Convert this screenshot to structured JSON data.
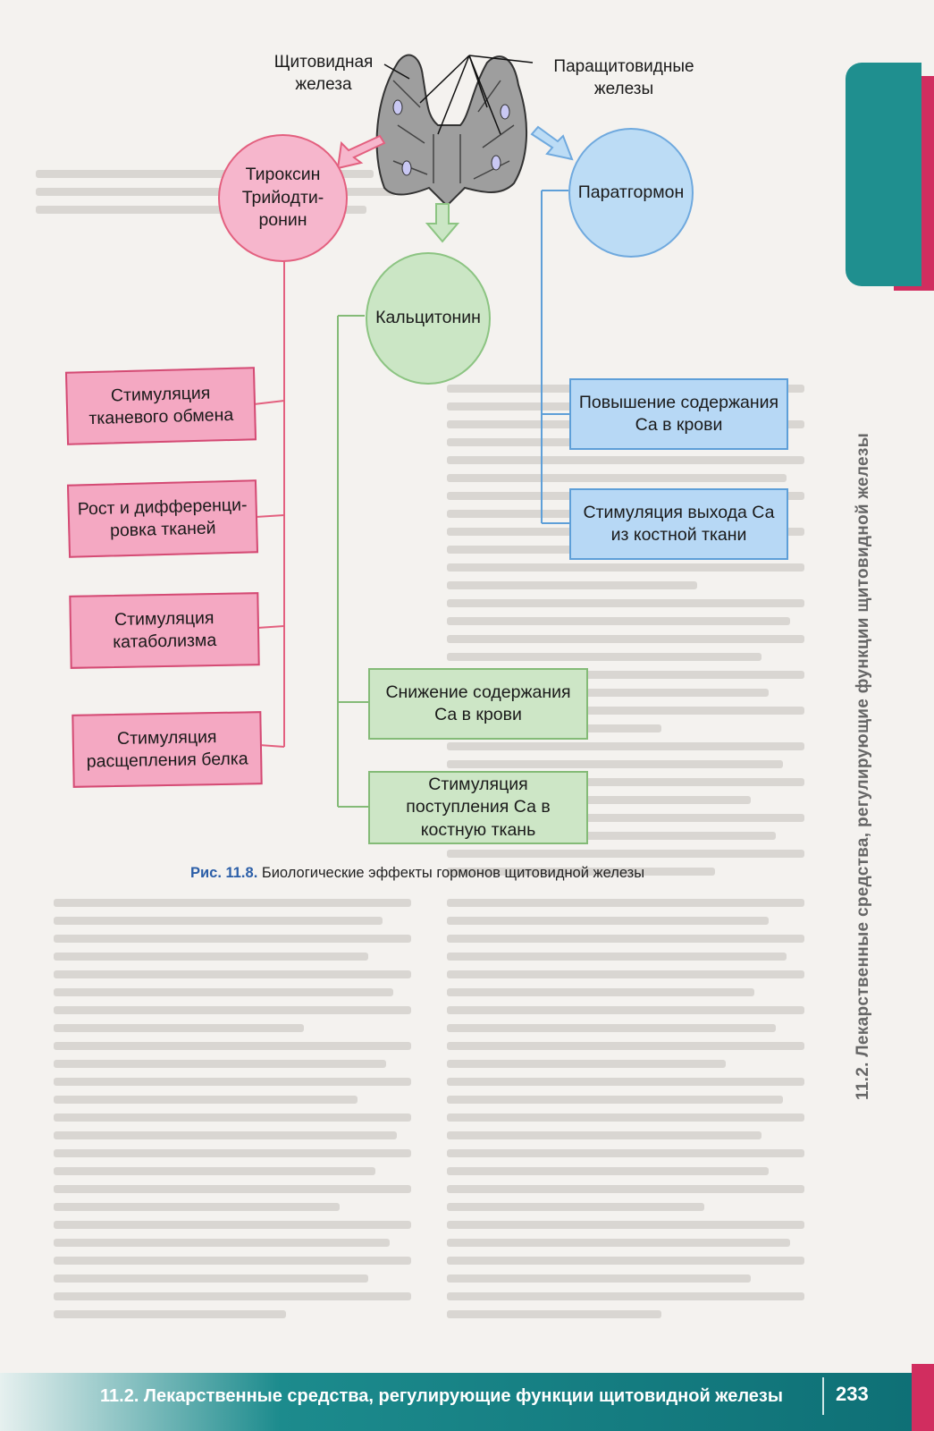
{
  "labels": {
    "thyroid": "Щитовидная железа",
    "parathyroid": "Паращитовидные железы"
  },
  "circles": {
    "thyroxine": "Тироксин Трийодти-ронин",
    "calcitonin": "Кальцитонин",
    "parathormone": "Паратгормон"
  },
  "effects": {
    "tissue_metabolism": "Стимуляция тканевого обмена",
    "growth_diff": "Рост и дифференци-ровка тканей",
    "catabolism": "Стимуляция катаболизма",
    "protein_breakdown": "Стимуляция расщепления белка",
    "ca_decrease": "Снижение содержания Са в крови",
    "ca_to_bone": "Стимуляция поступления Са в костную ткань",
    "ca_increase": "Повышение содержания Са в крови",
    "ca_from_bone": "Стимуляция выхода Са из костной ткани"
  },
  "caption": {
    "number": "Рис. 11.8.",
    "text": "Биологические эффекты гормонов щитовидной железы"
  },
  "running_head": "11.2. Лекарственные средства, регулирующие функции щитовидной железы",
  "footer": {
    "title": "11.2. Лекарственные средства, регулирующие функции щитовидной железы",
    "page_number": "233"
  },
  "colors": {
    "pink": "#f4a8c2",
    "green": "#cde6c6",
    "blue": "#b7d8f5",
    "teal": "#1c8b8d",
    "accent_pink": "#d12d5f"
  }
}
